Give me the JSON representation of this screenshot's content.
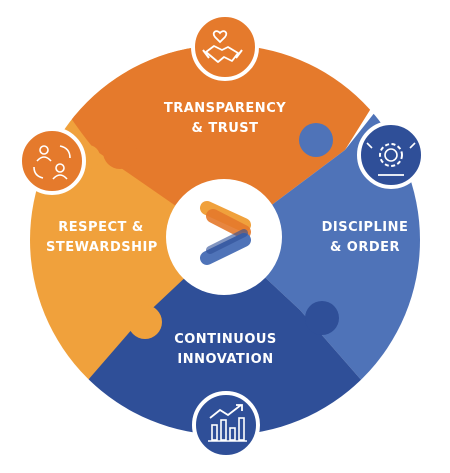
{
  "colors": {
    "orange_top": "#E57A2C",
    "orange_left": "#F0A13C",
    "blue_right": "#4F73B8",
    "blue_bottom": "#2F4F98",
    "center": "#FFFFFF",
    "puzzle_shadow": "#C9622A"
  },
  "segments": [
    {
      "name": "transparency-trust",
      "lines": [
        "TRANSPARENCY",
        "& TRUST"
      ],
      "icon": "handshake-heart-icon"
    },
    {
      "name": "discipline-order",
      "lines": [
        "DISCIPLINE",
        "& ORDER"
      ],
      "icon": "gear-process-icon"
    },
    {
      "name": "continuous-innovation",
      "lines": [
        "CONTINUOUS",
        "INNOVATION"
      ],
      "icon": "growth-chart-icon"
    },
    {
      "name": "respect-stewardship",
      "lines": [
        "RESPECT &",
        "STEWARDSHIP"
      ],
      "icon": "team-cycle-icon"
    }
  ],
  "center": {
    "icon": "chevron-right-logo-icon"
  }
}
